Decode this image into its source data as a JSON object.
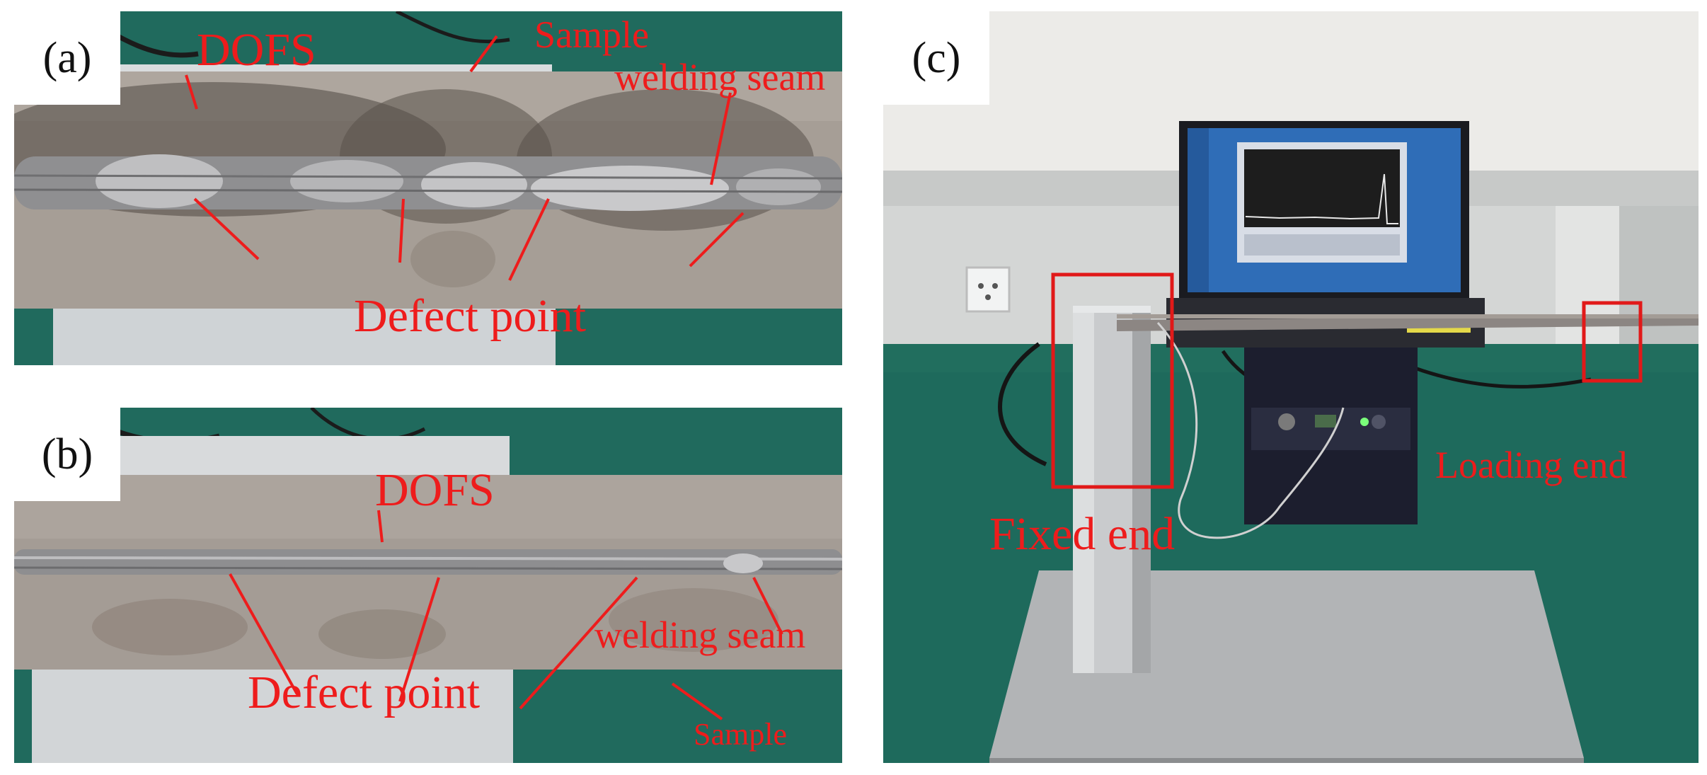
{
  "panels": {
    "a": {
      "label": "(a)",
      "annotations": {
        "dofs": "DOFS",
        "sample": "Sample",
        "welding_seam": "welding seam",
        "defect_point": "Defect point"
      }
    },
    "b": {
      "label": "(b)",
      "annotations": {
        "dofs": "DOFS",
        "welding_seam": "welding seam",
        "defect_point": "Defect point",
        "sample": "Sample"
      }
    },
    "c": {
      "label": "(c)",
      "annotations": {
        "fixed_end": "Fixed end",
        "loading_end": "Loading end"
      }
    }
  },
  "colors": {
    "annotation": "#ee1c1c",
    "table_green": "#1f6a5c",
    "steel_plate": "#a79f98",
    "weld_bead": "#8f8f91",
    "wall": "#ece9e4"
  }
}
